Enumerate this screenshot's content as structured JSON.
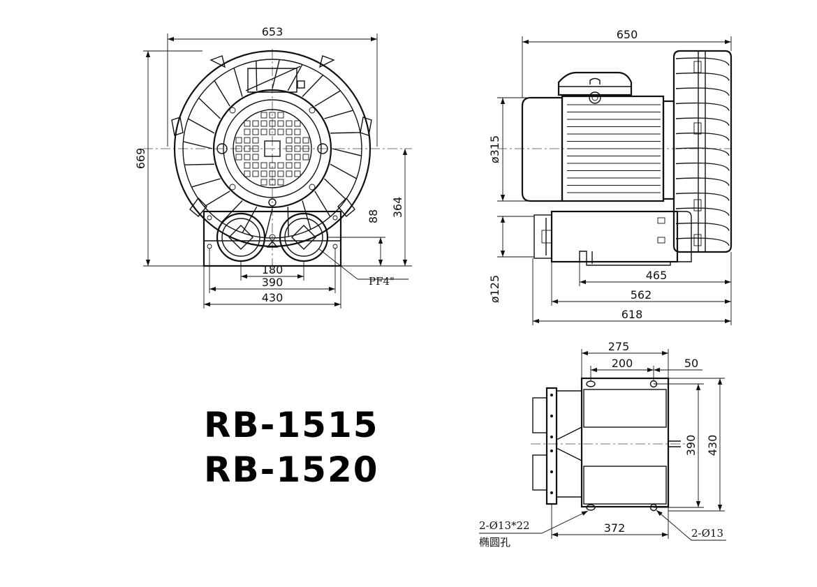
{
  "models": [
    "RB-1515",
    "RB-1520"
  ],
  "front_view": {
    "dims": {
      "overall_width": "653",
      "overall_height": "669",
      "shaft_height": "364",
      "outlet_height": "88",
      "port_spacing": "180",
      "base_hole_spacing": "390",
      "base_width": "430"
    },
    "port_note": "PF4\""
  },
  "side_view": {
    "dims": {
      "overall_length": "650",
      "motor_diameter": "ø315",
      "port_diameter": "ø125",
      "base_a": "465",
      "base_b": "562",
      "base_total": "618"
    }
  },
  "plan_view": {
    "dims": {
      "width_a": "275",
      "width_b": "200",
      "offset": "50",
      "depth_a": "390",
      "depth_b": "430",
      "base_length": "372"
    },
    "notes": {
      "slot_holes": "2-Ø13*22",
      "slot_holes_label": "椭圆孔",
      "round_holes": "2-Ø13"
    }
  }
}
